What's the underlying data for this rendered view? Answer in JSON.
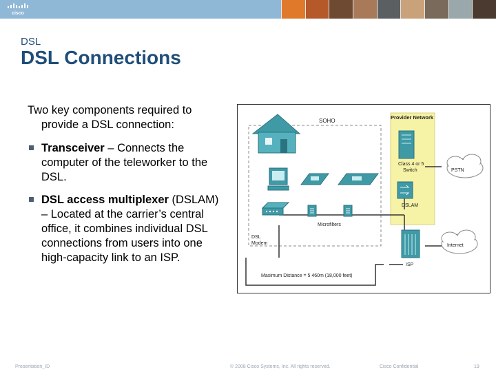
{
  "header": {
    "logo_text": "cisco"
  },
  "slide": {
    "section": "DSL",
    "title": "DSL Connections",
    "intro": "Two key components required to provide a DSL connection:",
    "bullets": [
      {
        "term": "Transceiver",
        "text": " – Connects the computer of the teleworker to the DSL."
      },
      {
        "term": "DSL access multiplexer",
        "text": " (DSLAM) – Located at the carrier’s central office, it combines individual DSL connections from users into one high-capacity link to an ISP."
      }
    ]
  },
  "diagram": {
    "soho": "SOHO",
    "provider": "Provider Network",
    "switch": [
      "Class 4 or 5",
      "Switch"
    ],
    "pstn": "PSTN",
    "dslam": "DSLAM",
    "microfilters": "Microfilters",
    "modem": [
      "DSL",
      "Modem"
    ],
    "internet": "Internet",
    "isp": "ISP",
    "distance": "Maximum Distance = 5 460m (18,000 feet)"
  },
  "footer": {
    "presentation": "Presentation_ID",
    "copyright": "© 2008 Cisco Systems, Inc. All rights reserved.",
    "confidential": "Cisco Confidential",
    "page": "19"
  },
  "colors": {
    "title": "#1f4e79",
    "topbar": "#8fb7d6",
    "provider_fill": "#f6f2a6",
    "device_teal": "#3f9aa6"
  }
}
